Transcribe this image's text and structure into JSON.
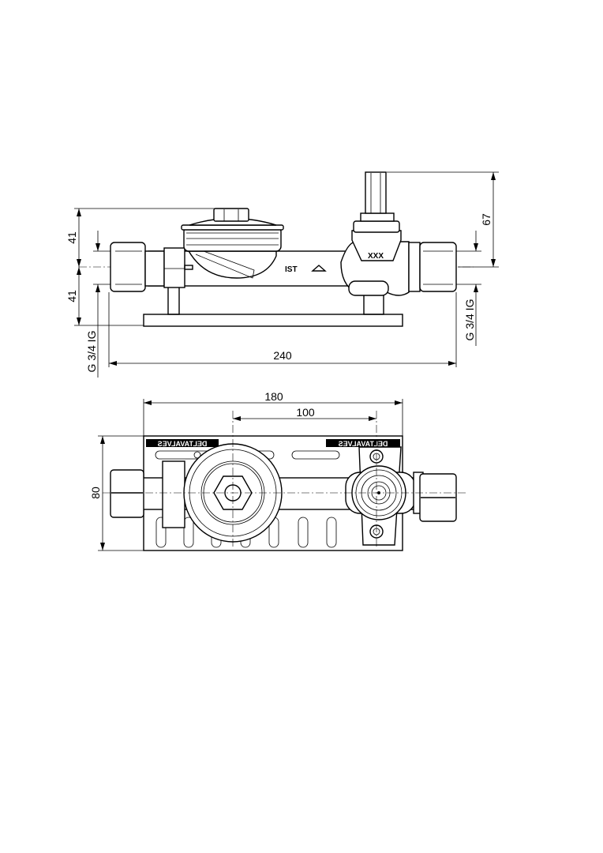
{
  "side_view": {
    "dim_top_left": "41",
    "dim_bottom_left": "41",
    "dim_height_right": "67",
    "dim_length": "240",
    "thread_left": "G 3/4 IG",
    "thread_right": "G 3/4 IG",
    "body_marking": "IST",
    "valve_marking": "XXX"
  },
  "top_view": {
    "dim_plate_width": "180",
    "dim_center_distance": "100",
    "dim_plate_depth": "80",
    "plate_logo_text": "DELTAVALVES"
  }
}
